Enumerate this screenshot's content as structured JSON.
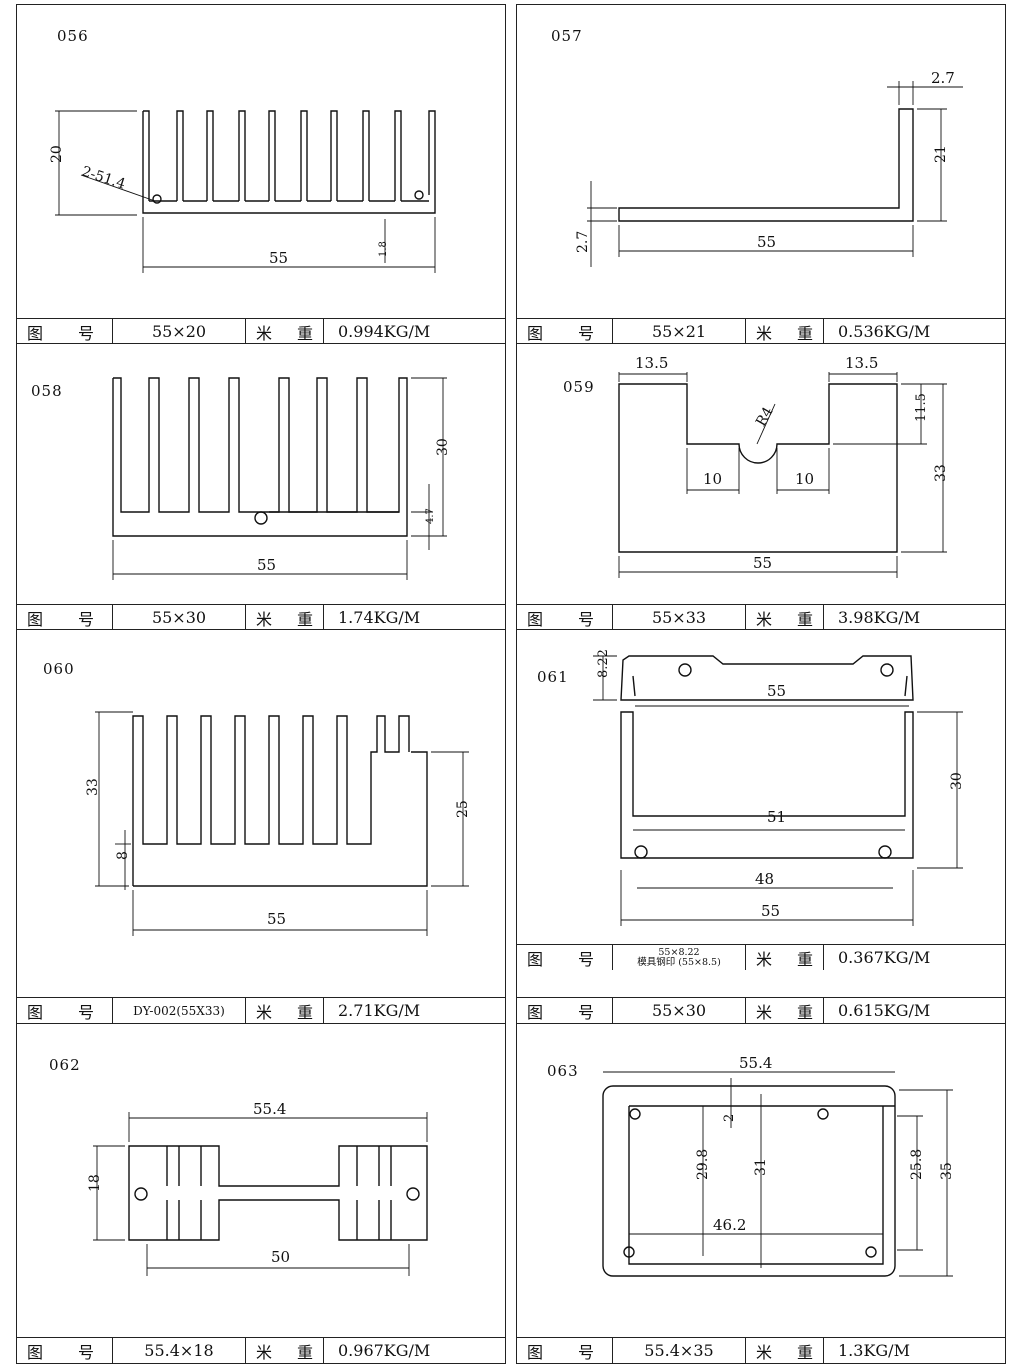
{
  "labels": {
    "tuhao": [
      "图",
      "号"
    ],
    "mizhong": [
      "米",
      "重"
    ]
  },
  "panels": [
    {
      "id": "056",
      "size": "55×20",
      "weight": "0.994KG/M",
      "dims": {
        "width": "55",
        "height": "20",
        "base": "1.8",
        "note": "2-51.4"
      }
    },
    {
      "id": "057",
      "size": "55×21",
      "weight": "0.536KG/M",
      "dims": {
        "width": "55",
        "height": "21",
        "top": "2.7",
        "thick": "2.7"
      }
    },
    {
      "id": "058",
      "size": "55×30",
      "weight": "1.74KG/M",
      "dims": {
        "width": "55",
        "height": "30",
        "base": "4.7"
      }
    },
    {
      "id": "059",
      "size": "55×33",
      "weight": "3.98KG/M",
      "dims": {
        "width": "55",
        "height": "33",
        "left": "13.5",
        "right": "13.5",
        "depth": "11.5",
        "gap_left": "10",
        "gap_right": "10",
        "radius": "R4"
      }
    },
    {
      "id": "060",
      "size": "DY-002(55X33)",
      "weight": "2.71KG/M",
      "dims": {
        "width": "55",
        "height": "33",
        "right": "25",
        "base": "8"
      }
    },
    {
      "id": "061",
      "size_top_line1": "55×8.22",
      "size_top_line2": "模具钢印 (55×8.5)",
      "weight_top": "0.367KG/M",
      "size": "55×30",
      "weight": "0.615KG/M",
      "dims": {
        "lid_h": "8.22",
        "lid_w": "55",
        "inner": "51",
        "height": "30",
        "bottom_inner": "48",
        "width": "55"
      }
    },
    {
      "id": "062",
      "size": "55.4×18",
      "weight": "0.967KG/M",
      "dims": {
        "top": "55.4",
        "height": "18",
        "bottom": "50"
      }
    },
    {
      "id": "063",
      "size": "55.4×35",
      "weight": "1.3KG/M",
      "dims": {
        "top": "55.4",
        "small": "2",
        "inner_h": "29.8",
        "mid": "31",
        "right_inner": "25.8",
        "height": "35",
        "inner_w": "46.2"
      }
    }
  ]
}
